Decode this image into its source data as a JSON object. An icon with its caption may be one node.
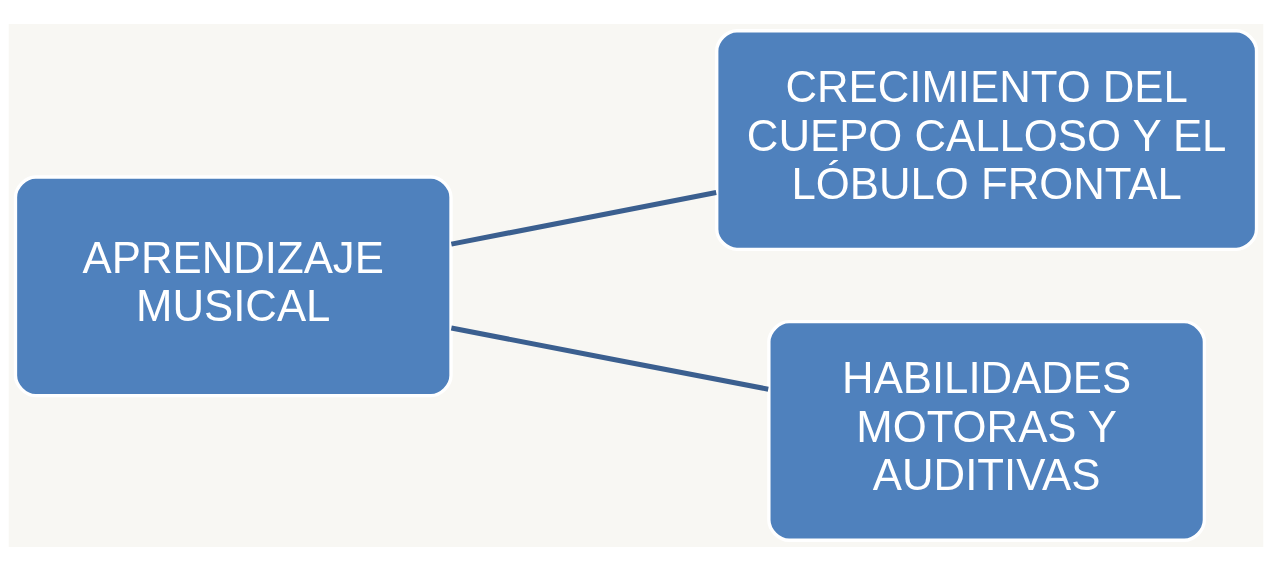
{
  "diagram": {
    "nodes": [
      {
        "text": [
          "APRENDIZAJE MUSICAL"
        ]
      },
      {
        "text": [
          "CRECIMIENTO DEL CUEPO CALLOSO Y EL LÓBULO FRONTAL"
        ]
      },
      {
        "text": [
          "HABILIDADES MOTORAS Y AUDITIVAS"
        ]
      }
    ],
    "edges": [
      {
        "from": 0,
        "to": 1,
        "arrow": "none"
      },
      {
        "from": 0,
        "to": 2,
        "arrow": "none"
      }
    ]
  }
}
